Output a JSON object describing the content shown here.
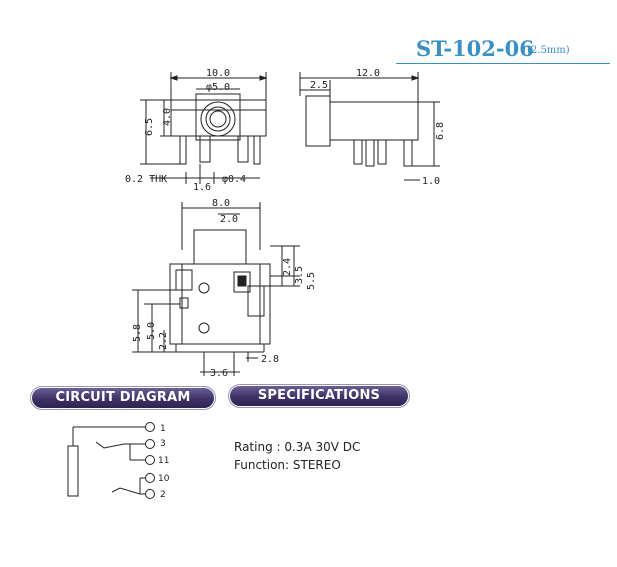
{
  "title": {
    "model": "ST-102-06",
    "size": "(2.5mm)"
  },
  "sections": {
    "circuit": "CIRCUIT DIAGRAM",
    "specs": "SPECIFICATIONS"
  },
  "specs": {
    "rating": "Rating : 0.3A 30V DC",
    "function": "Function: STEREO"
  },
  "front_view": {
    "width": "10.0",
    "hole": "φ5.0",
    "height_inner": "4.0",
    "height_outer": "6.5",
    "thickness": "0.2 THK",
    "pitch": "1.6",
    "pin_dia": "φ0.4"
  },
  "side_view": {
    "length": "12.0",
    "front": "2.5",
    "height": "6.8",
    "offset": "1.0"
  },
  "bottom_view": {
    "width": "8.0",
    "inner": "2.0",
    "d1": "2.4",
    "d2": "3.5",
    "d3": "5.5",
    "d4": "5.8",
    "d5": "5.0",
    "d6": "2.2",
    "d7": "3.6",
    "d8": "2.8"
  },
  "pins": [
    "1",
    "3",
    "11",
    "10",
    "2"
  ],
  "colors": {
    "title": "#3a8fc4",
    "badge": "#3e3266",
    "line": "#222222"
  }
}
